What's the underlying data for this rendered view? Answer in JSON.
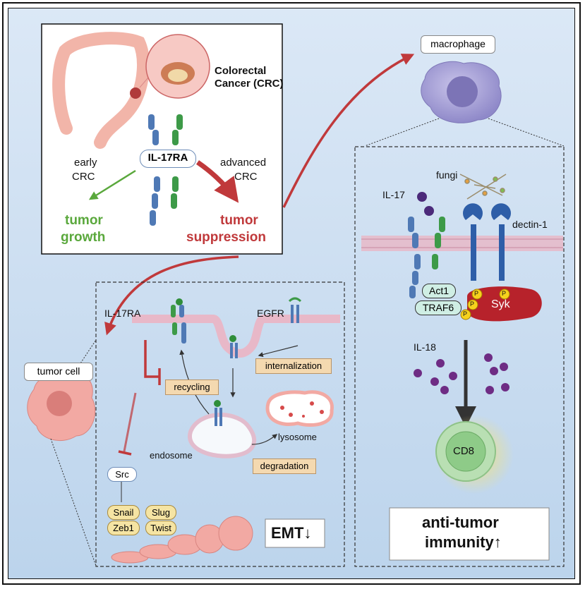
{
  "colors": {
    "green": "#5aa83c",
    "red": "#c0393b",
    "receptor_blue": "#4f79b5",
    "receptor_green": "#3d9a48",
    "membrane": "#e8b8c8",
    "dark_purple": "#5b2d6e",
    "tan": "#f4d9b0"
  },
  "top_panel": {
    "crc_label_1": "Colorectal",
    "crc_label_2": "Cancer (CRC)",
    "receptor_label": "IL-17RA",
    "early_1": "early",
    "early_2": "CRC",
    "advanced_1": "advanced",
    "advanced_2": "CRC",
    "growth_1": "tumor",
    "growth_2": "growth",
    "suppression_1": "tumor",
    "suppression_2": "suppression"
  },
  "macrophage_label": "macrophage",
  "tumor_cell_label": "tumor cell",
  "left_panel": {
    "il17ra": "IL-17RA",
    "egfr": "EGFR",
    "internalization": "internalization",
    "recycling": "recycling",
    "endosome": "endosome",
    "lysosome": "lysosome",
    "degradation": "degradation",
    "src": "Src",
    "snail": "Snail",
    "slug": "Slug",
    "zeb1": "Zeb1",
    "twist": "Twist",
    "emt": "EMT↓"
  },
  "right_panel": {
    "fungi": "fungi",
    "il17": "IL-17",
    "dectin": "dectin-1",
    "act1": "Act1",
    "traf6": "TRAF6",
    "syk": "Syk",
    "p": "P",
    "il18": "IL-18",
    "cd8": "CD8",
    "anti_1": "anti-tumor",
    "anti_2": "immunity↑"
  }
}
